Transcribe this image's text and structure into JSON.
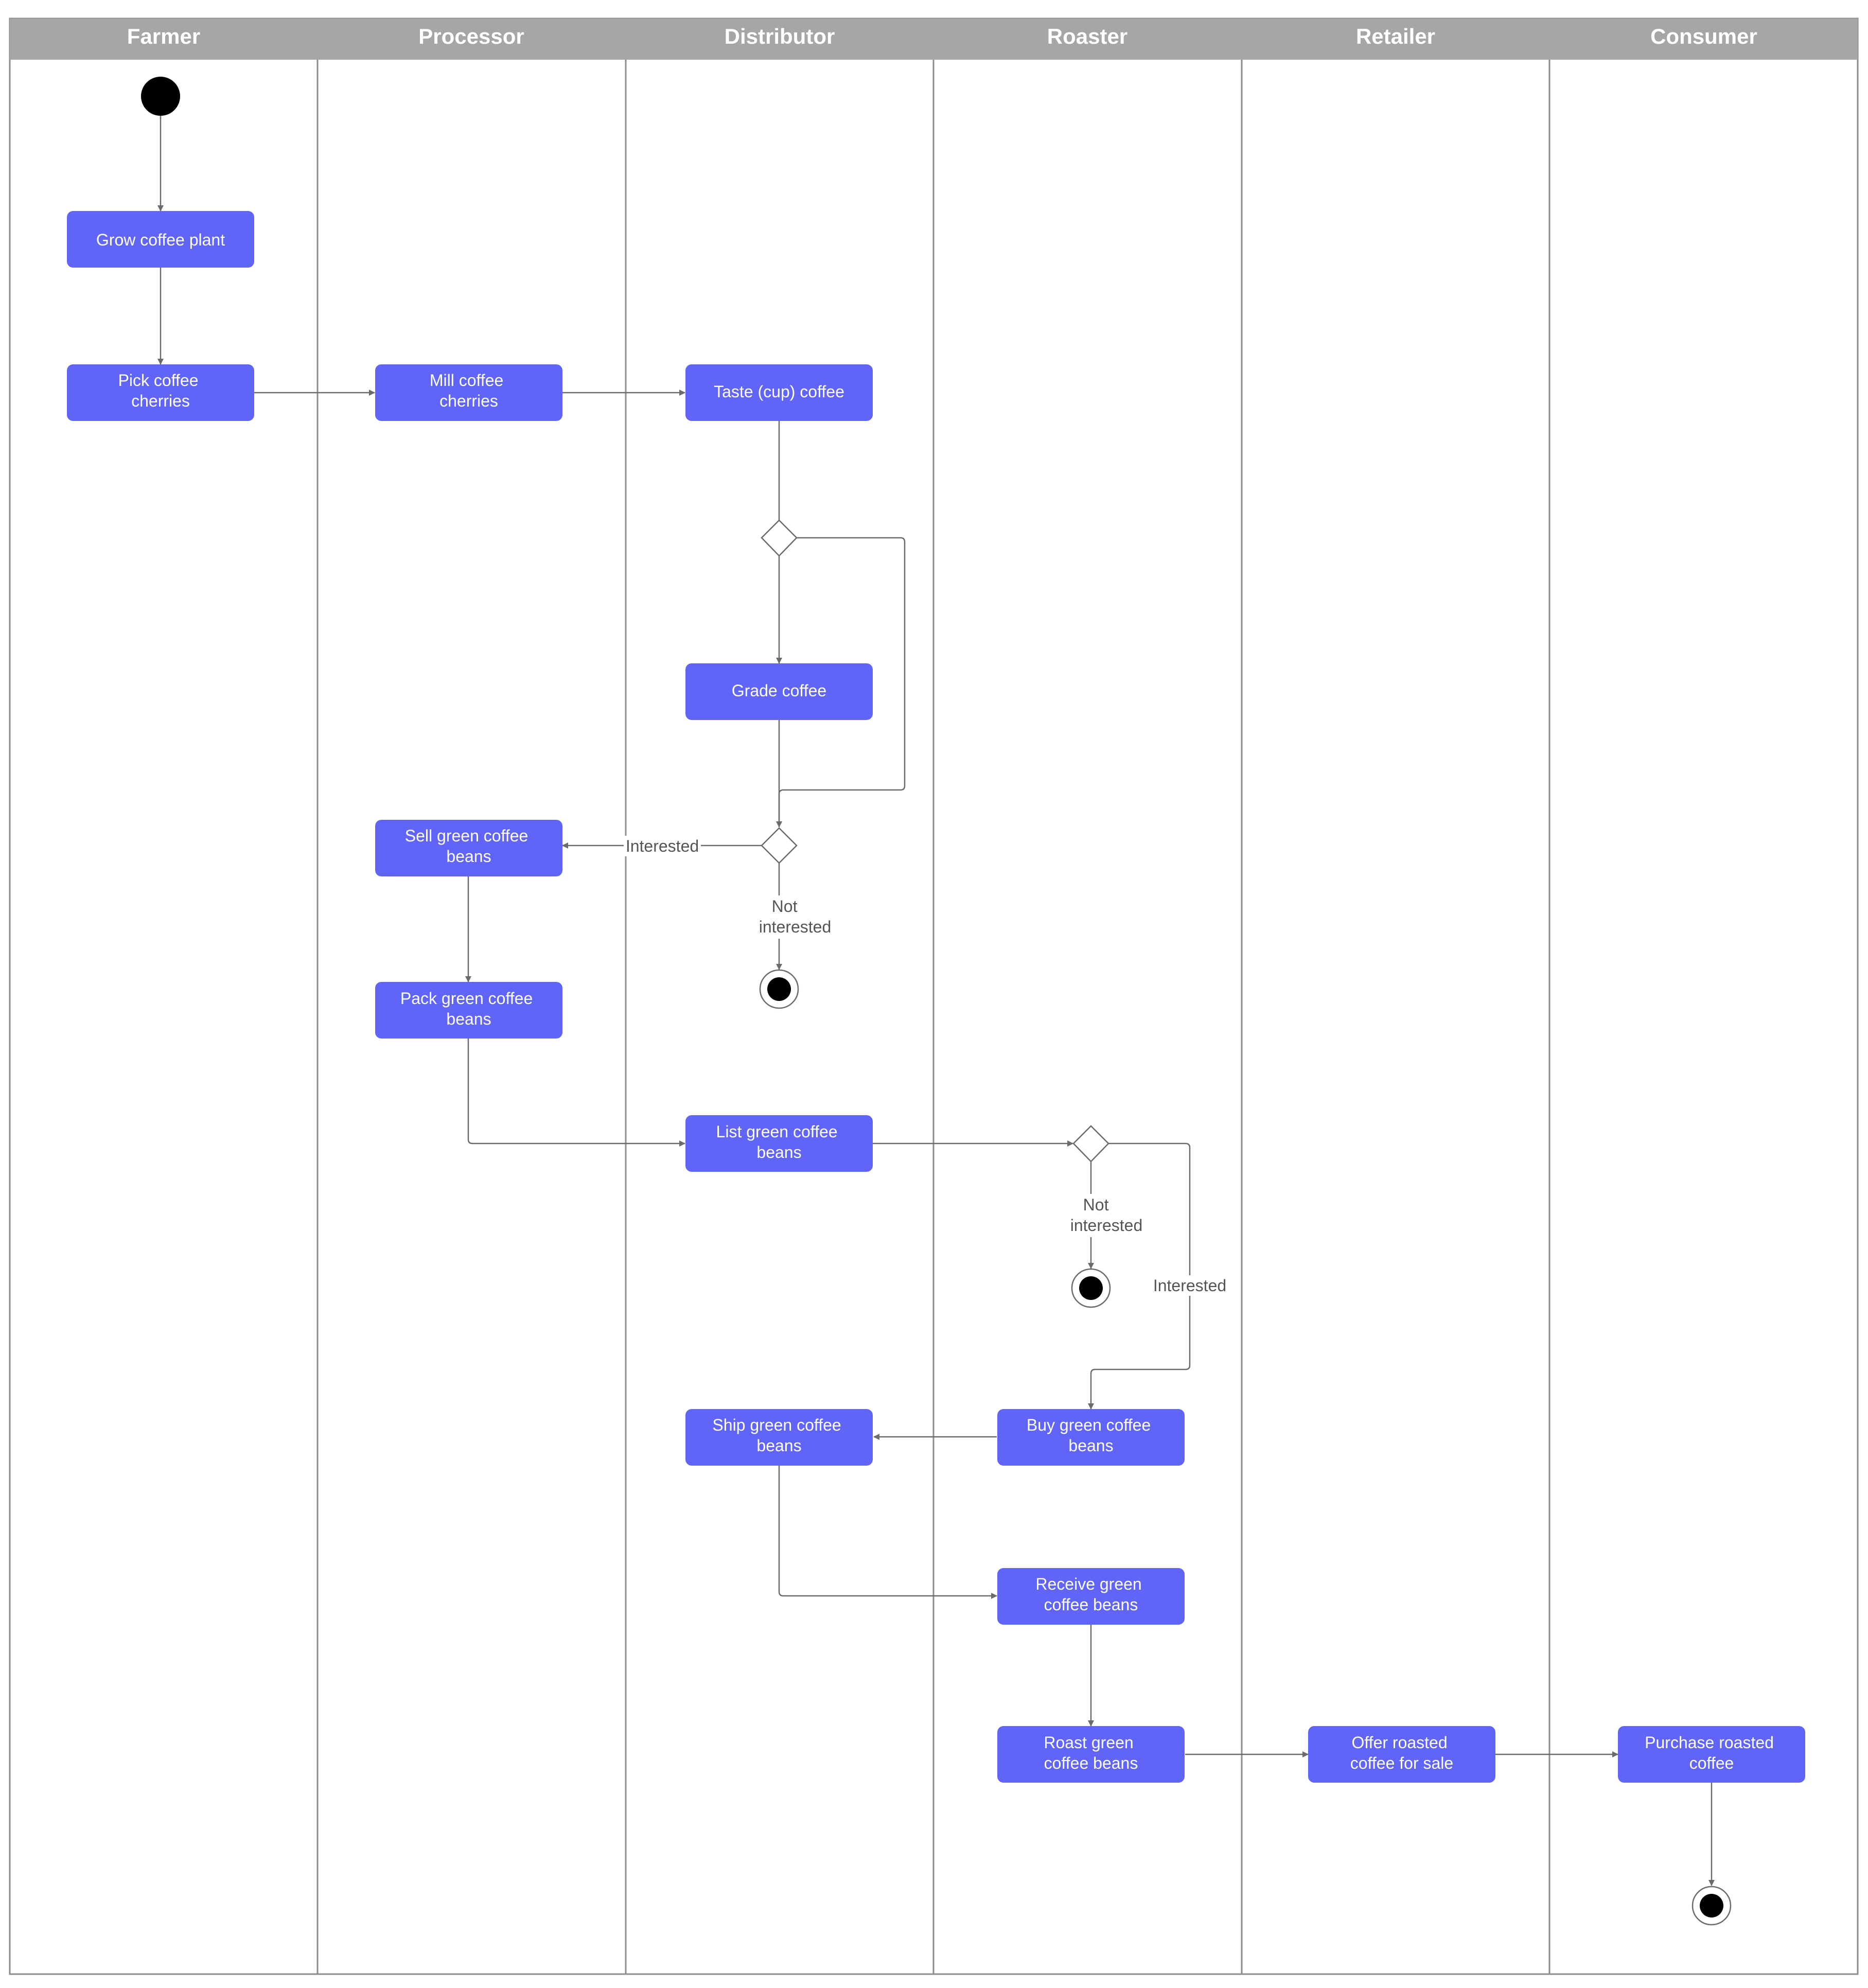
{
  "colors": {
    "header_bg": "#a6a6a9",
    "header_text": "#ffffff",
    "activity_fill": "#6065f8",
    "activity_text": "#ffffff",
    "line": "#6b6b6b",
    "lane_border": "#8c8c8c",
    "label_text": "#555555",
    "node_black": "#000000"
  },
  "lanes": [
    "Farmer",
    "Processor",
    "Distributor",
    "Roaster",
    "Retailer",
    "Consumer"
  ],
  "activities": {
    "grow": [
      "Grow coffee plant"
    ],
    "pick": [
      "Pick coffee",
      "cherries"
    ],
    "mill": [
      "Mill coffee",
      "cherries"
    ],
    "taste": [
      "Taste (cup) coffee"
    ],
    "grade": [
      "Grade coffee"
    ],
    "sell": [
      "Sell green coffee",
      "beans"
    ],
    "pack": [
      "Pack green coffee",
      "beans"
    ],
    "list": [
      "List green coffee",
      "beans"
    ],
    "buy": [
      "Buy green coffee",
      "beans"
    ],
    "ship": [
      "Ship green coffee",
      "beans"
    ],
    "receive": [
      "Receive green",
      "coffee beans"
    ],
    "roast": [
      "Roast green",
      "coffee beans"
    ],
    "offer": [
      "Offer roasted",
      "coffee for sale"
    ],
    "purchase": [
      "Purchase roasted",
      "coffee"
    ]
  },
  "edge_labels": {
    "distributor_interested": [
      "Interested"
    ],
    "distributor_not_interested": [
      "Not",
      "interested"
    ],
    "roaster_not_interested": [
      "Not",
      "interested"
    ],
    "roaster_interested": [
      "Interested"
    ]
  }
}
